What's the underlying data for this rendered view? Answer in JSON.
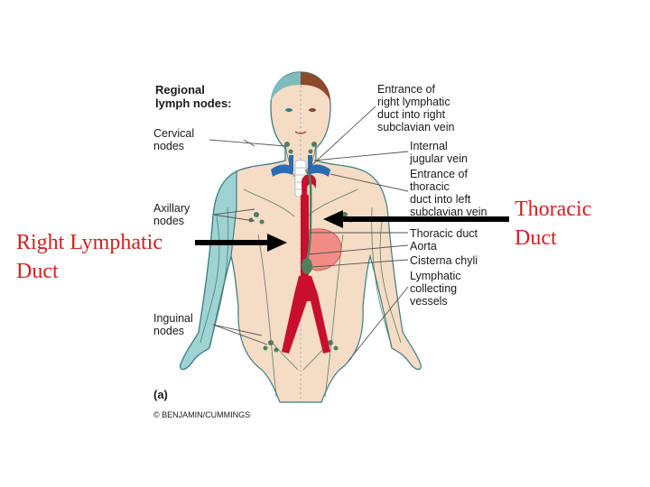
{
  "figure": {
    "heading_line1": "Regional",
    "heading_line2": "lymph nodes:",
    "panel_label": "(a)",
    "copyright": "© BENJAMIN/CUMMINGS",
    "left_labels": {
      "cervical": [
        "Cervical",
        "nodes"
      ],
      "axillary": [
        "Axillary",
        "nodes"
      ],
      "inguinal": [
        "Inguinal",
        "nodes"
      ]
    },
    "right_labels": {
      "right_entrance": [
        "Entrance of",
        "right lymphatic",
        "duct into right",
        "subclavian vein"
      ],
      "internal_jugular": [
        "Internal",
        "jugular vein"
      ],
      "thoracic_entrance": [
        "Entrance of",
        "thoracic",
        "duct into left",
        "subclavian vein"
      ],
      "thoracic_duct": "Thoracic duct",
      "aorta": "Aorta",
      "cisterna": "Cisterna chyli",
      "collecting": [
        "Lymphatic",
        "collecting",
        "vessels"
      ]
    }
  },
  "annotations": {
    "left_line1": "Right Lymphatic",
    "left_line2": "Duct",
    "right_line1": "Thoracic",
    "right_line2": "Duct",
    "text_color": "#d42020"
  },
  "colors": {
    "drained_region": "#9fd3d3",
    "skin": "#f5dcc5",
    "body_outline": "#3a7c85",
    "vessel_red": "#c8102e",
    "vein_blue": "#2b6cb0",
    "arrow": "#000000"
  }
}
